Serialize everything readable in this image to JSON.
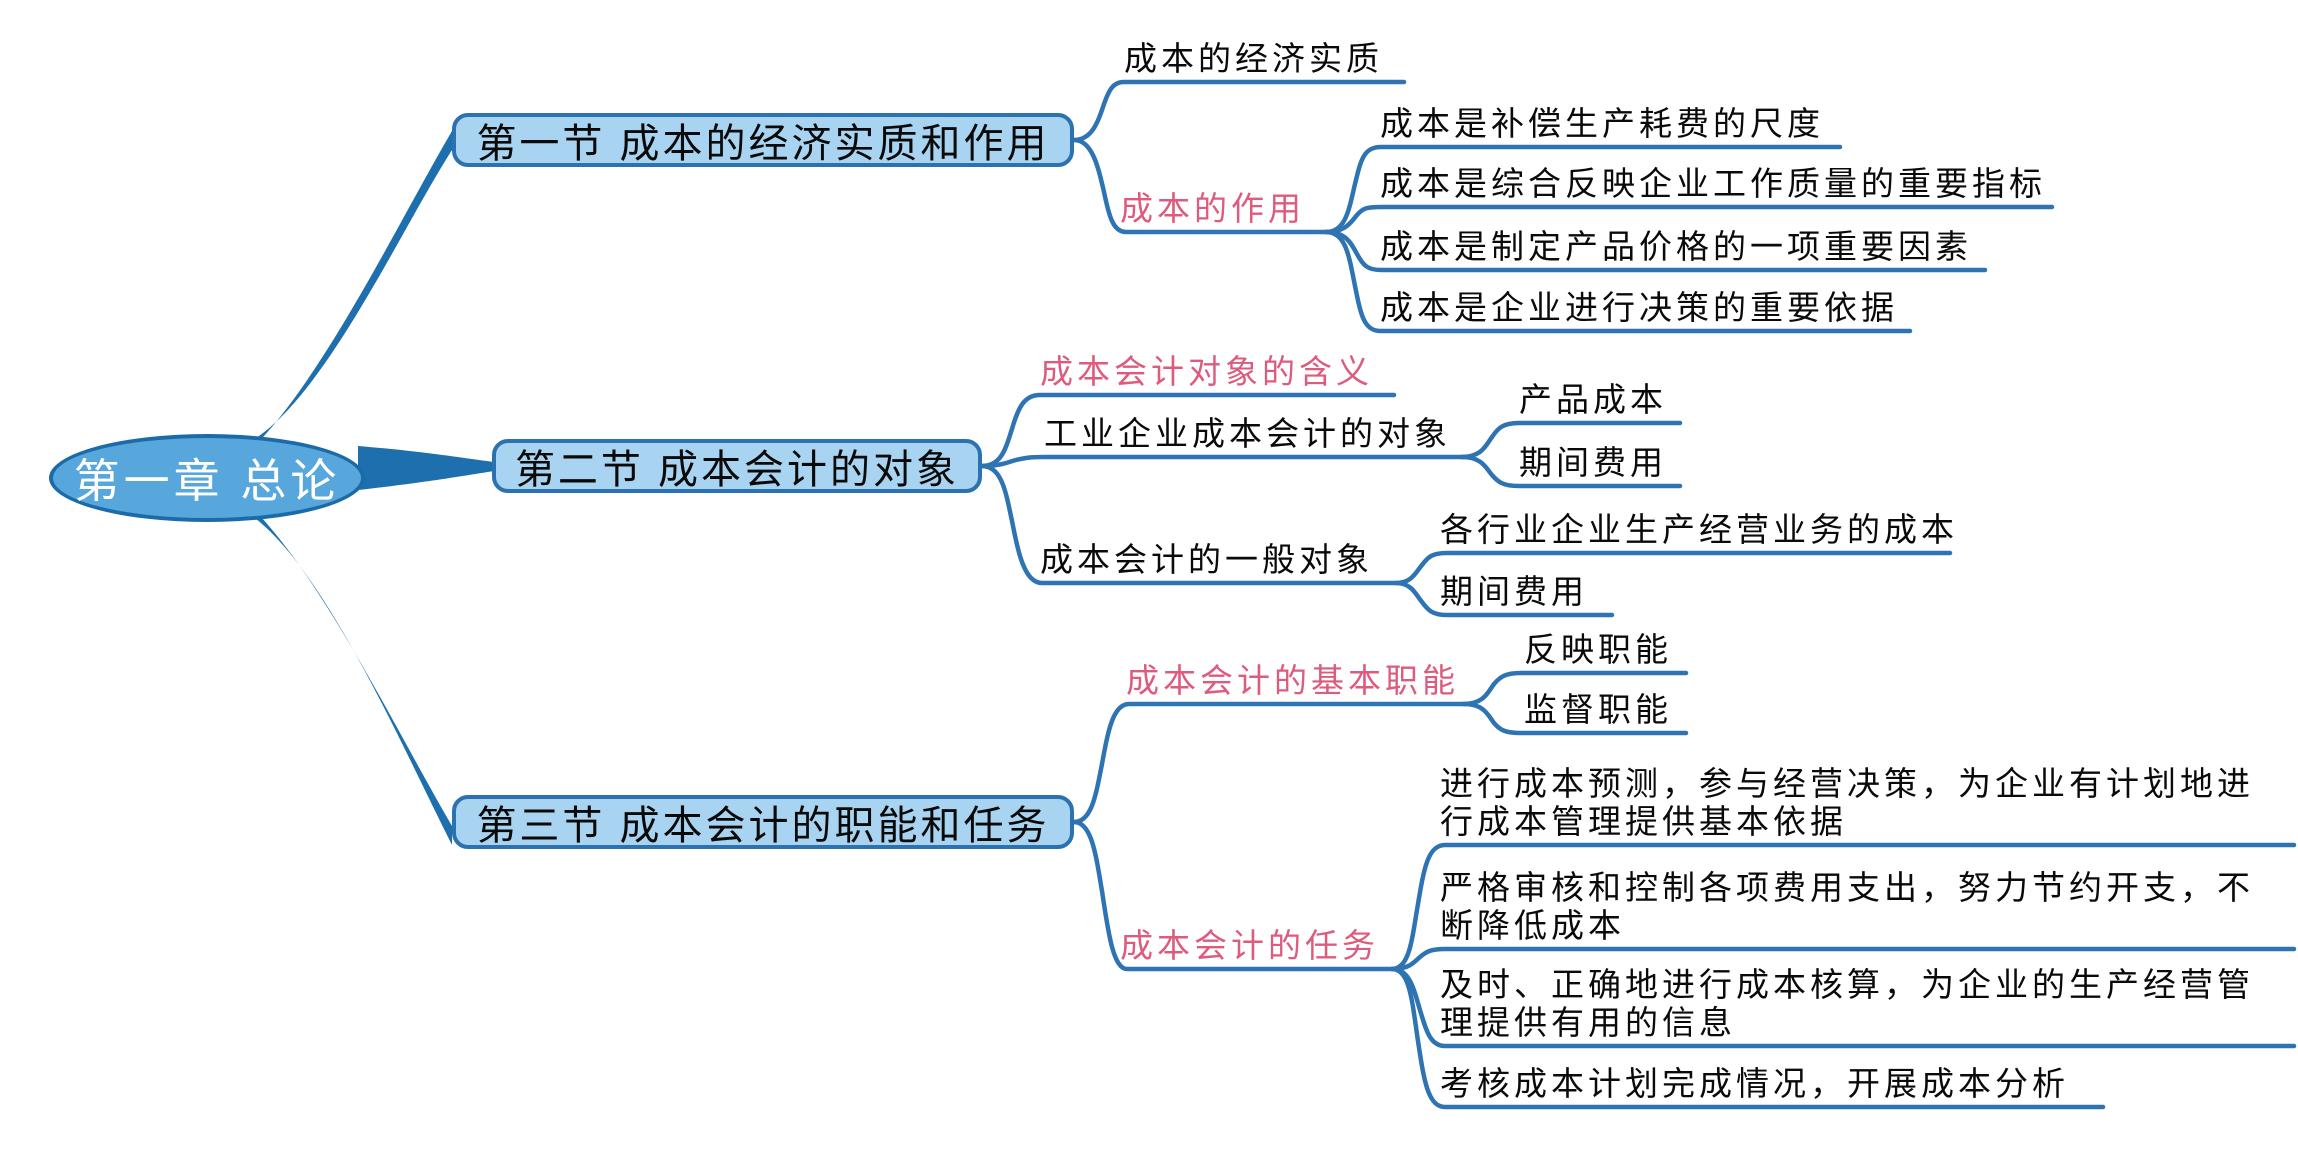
{
  "root": {
    "label": "第一章 总论"
  },
  "colors": {
    "root_fill": "#58a7dc",
    "root_border": "#1a6ba8",
    "node_fill": "#a9d4f1",
    "node_border": "#2c72b0",
    "connector_blue": "#2e74b2",
    "branch_blue": "#1e6fad",
    "emphasis_pink": "#dd5b7d",
    "text_black": "#0a0a0a"
  },
  "branches": [
    {
      "label": "第一节 成本的经济实质和作用",
      "children": [
        {
          "label": "成本的经济实质"
        },
        {
          "label": "成本的作用",
          "children": [
            {
              "label": "成本是补偿生产耗费的尺度"
            },
            {
              "label": "成本是综合反映企业工作质量的重要指标"
            },
            {
              "label": "成本是制定产品价格的一项重要因素"
            },
            {
              "label": "成本是企业进行决策的重要依据"
            }
          ]
        }
      ]
    },
    {
      "label": "第二节 成本会计的对象",
      "children": [
        {
          "label": "成本会计对象的含义"
        },
        {
          "label": "工业企业成本会计的对象",
          "children": [
            {
              "label": "产品成本"
            },
            {
              "label": "期间费用"
            }
          ]
        },
        {
          "label": "成本会计的一般对象",
          "children": [
            {
              "label": "各行业企业生产经营业务的成本"
            },
            {
              "label": "期间费用"
            }
          ]
        }
      ]
    },
    {
      "label": "第三节 成本会计的职能和任务",
      "children": [
        {
          "label": "成本会计的基本职能",
          "children": [
            {
              "label": "反映职能"
            },
            {
              "label": "监督职能"
            }
          ]
        },
        {
          "label": "成本会计的任务",
          "children": [
            {
              "label": "进行成本预测，参与经营决策，为企业有计划地进行成本管理提供基本依据"
            },
            {
              "label": "严格审核和控制各项费用支出，努力节约开支，不断降低成本"
            },
            {
              "label": "及时、正确地进行成本核算，为企业的生产经营管理提供有用的信息"
            },
            {
              "label": "考核成本计划完成情况，开展成本分析"
            }
          ]
        }
      ]
    }
  ]
}
